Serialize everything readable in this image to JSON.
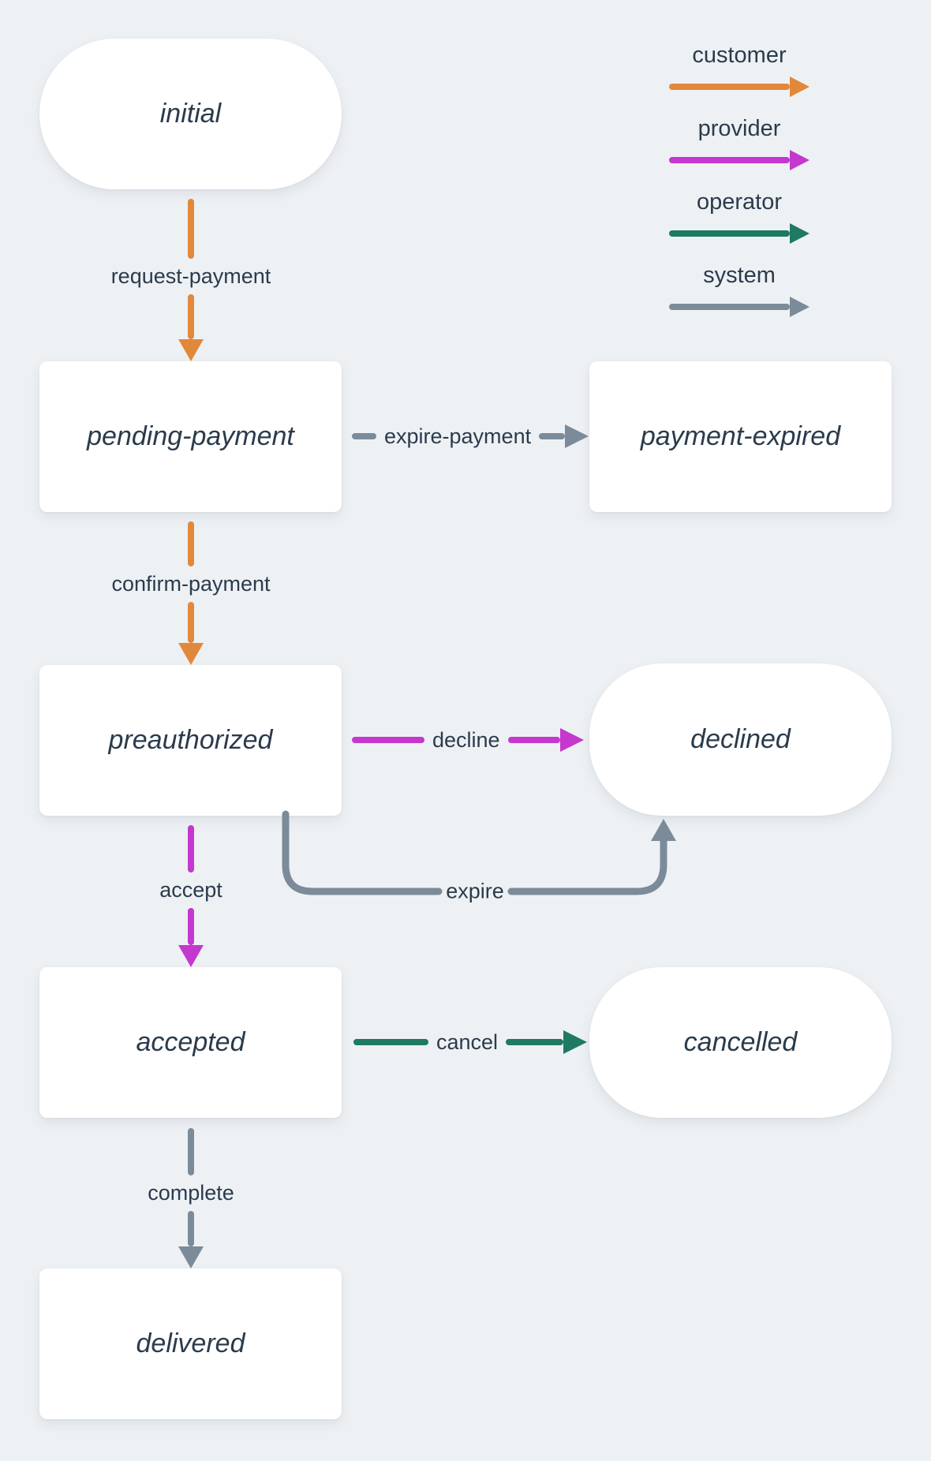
{
  "canvas": {
    "background": "#EEF1F4",
    "text_color": "#2B3B4C"
  },
  "legend": {
    "items": [
      {
        "id": "customer",
        "label": "customer",
        "color": "#E2883B"
      },
      {
        "id": "provider",
        "label": "provider",
        "color": "#C438CE"
      },
      {
        "id": "operator",
        "label": "operator",
        "color": "#1E7A62"
      },
      {
        "id": "system",
        "label": "system",
        "color": "#7B8B99"
      }
    ]
  },
  "states": {
    "initial": {
      "label": "initial",
      "shape": "pill"
    },
    "pending_payment": {
      "label": "pending-payment",
      "shape": "rect"
    },
    "payment_expired": {
      "label": "payment-expired",
      "shape": "rect"
    },
    "preauthorized": {
      "label": "preauthorized",
      "shape": "rect"
    },
    "declined": {
      "label": "declined",
      "shape": "pill"
    },
    "accepted": {
      "label": "accepted",
      "shape": "rect"
    },
    "cancelled": {
      "label": "cancelled",
      "shape": "pill"
    },
    "delivered": {
      "label": "delivered",
      "shape": "rect"
    }
  },
  "transitions": {
    "request_payment": {
      "label": "request-payment",
      "actor": "customer",
      "from": "initial",
      "to": "pending-payment",
      "direction": "down"
    },
    "expire_payment": {
      "label": "expire-payment",
      "actor": "system",
      "from": "pending-payment",
      "to": "payment-expired",
      "direction": "right"
    },
    "confirm_payment": {
      "label": "confirm-payment",
      "actor": "customer",
      "from": "pending-payment",
      "to": "preauthorized",
      "direction": "down"
    },
    "decline": {
      "label": "decline",
      "actor": "provider",
      "from": "preauthorized",
      "to": "declined",
      "direction": "right"
    },
    "expire": {
      "label": "expire",
      "actor": "system",
      "from": "preauthorized",
      "to": "declined",
      "direction": "curved-up"
    },
    "accept": {
      "label": "accept",
      "actor": "provider",
      "from": "preauthorized",
      "to": "accepted",
      "direction": "down"
    },
    "cancel": {
      "label": "cancel",
      "actor": "operator",
      "from": "accepted",
      "to": "cancelled",
      "direction": "right"
    },
    "complete": {
      "label": "complete",
      "actor": "system",
      "from": "accepted",
      "to": "delivered",
      "direction": "down"
    }
  }
}
